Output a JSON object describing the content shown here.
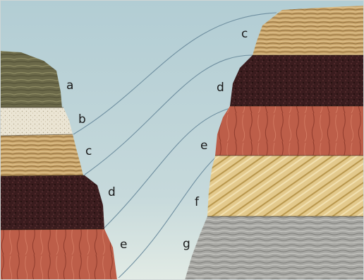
{
  "figure": {
    "left_column_labels": [
      "a",
      "b",
      "c",
      "d",
      "e"
    ],
    "right_column_labels": [
      "c",
      "d",
      "e",
      "f",
      "g"
    ],
    "colors": {
      "sky_top": "#b2cdd4",
      "sky_bottom": "#dfe9e6",
      "layer_a": "#6c6a48",
      "layer_b": "#e9e3d2",
      "layer_c": "#c8a46a",
      "layer_d": "#3b1d1e",
      "layer_e": "#bd5d48",
      "layer_f": "#e3c98b",
      "layer_g": "#a7a7a3",
      "correlation_line": "#6f8fa0"
    }
  }
}
